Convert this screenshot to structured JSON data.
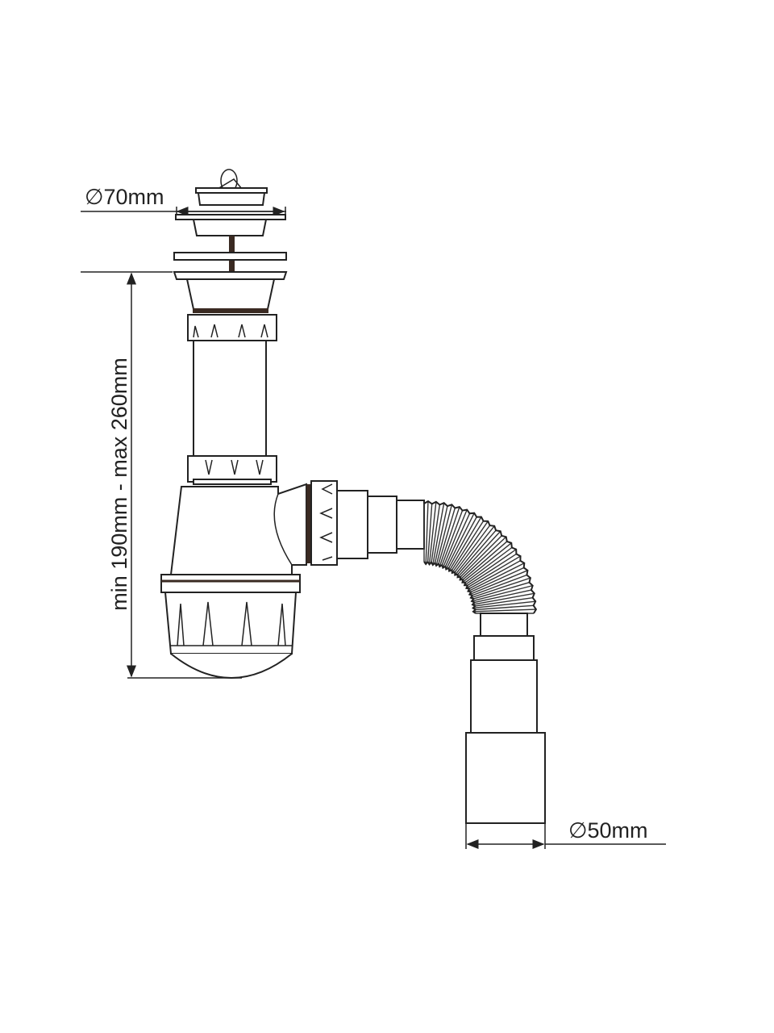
{
  "labels": {
    "top_diameter": "∅70mm",
    "height_range": "min 190mm - max 260mm",
    "outlet_diameter": "∅50mm"
  },
  "colors": {
    "line": "#222222",
    "background": "#ffffff"
  }
}
